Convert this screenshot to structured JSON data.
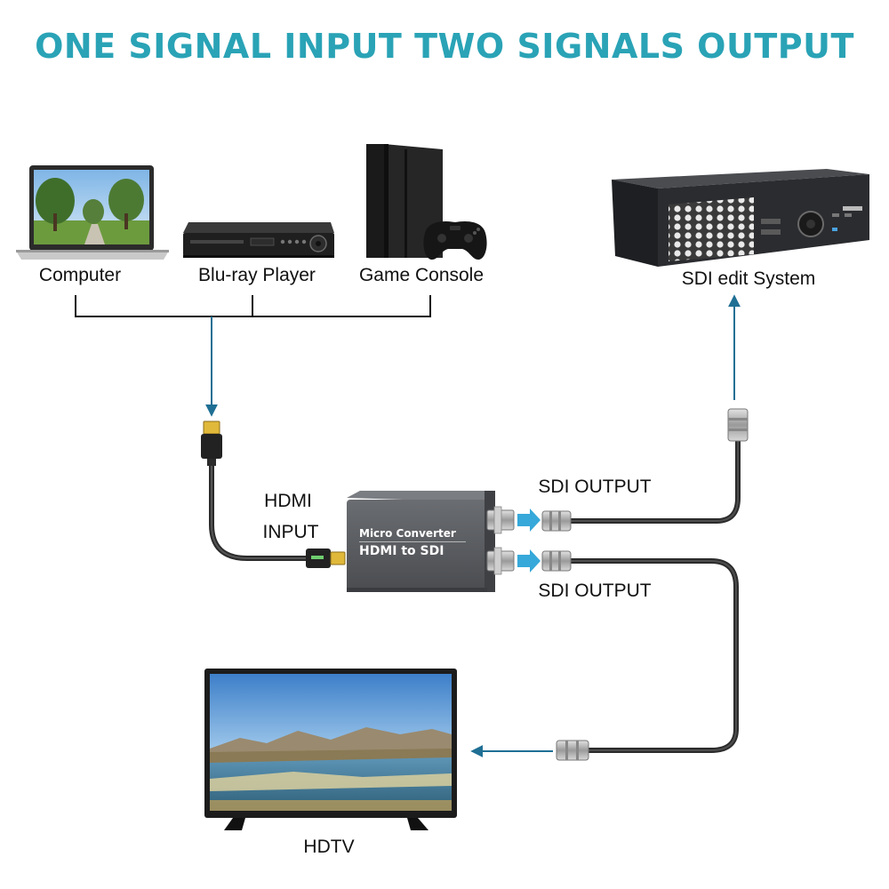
{
  "title": "ONE SIGNAL INPUT TWO SIGNALS OUTPUT",
  "sources": [
    {
      "label": "Computer",
      "icon": "laptop-icon"
    },
    {
      "label": "Blu-ray Player",
      "icon": "bluray-player-icon"
    },
    {
      "label": "Game Console",
      "icon": "game-console-icon"
    }
  ],
  "sdi_system": {
    "label": "SDI edit System",
    "icon": "sdi-edit-system-icon"
  },
  "converter": {
    "line1": "Micro Converter",
    "line2": "HDMI to SDI",
    "icon": "converter-box-icon"
  },
  "hdmi_input": {
    "line1": "HDMI",
    "line2": "INPUT"
  },
  "outputs": [
    {
      "label": "SDI OUTPUT"
    },
    {
      "label": "SDI OUTPUT"
    }
  ],
  "hdtv": {
    "label": "HDTV",
    "icon": "hdtv-icon"
  },
  "colors": {
    "title": "#2aa3b6",
    "arrow": "#1f6f94",
    "cable": "#3a3a3a",
    "box": "#5d6064"
  }
}
